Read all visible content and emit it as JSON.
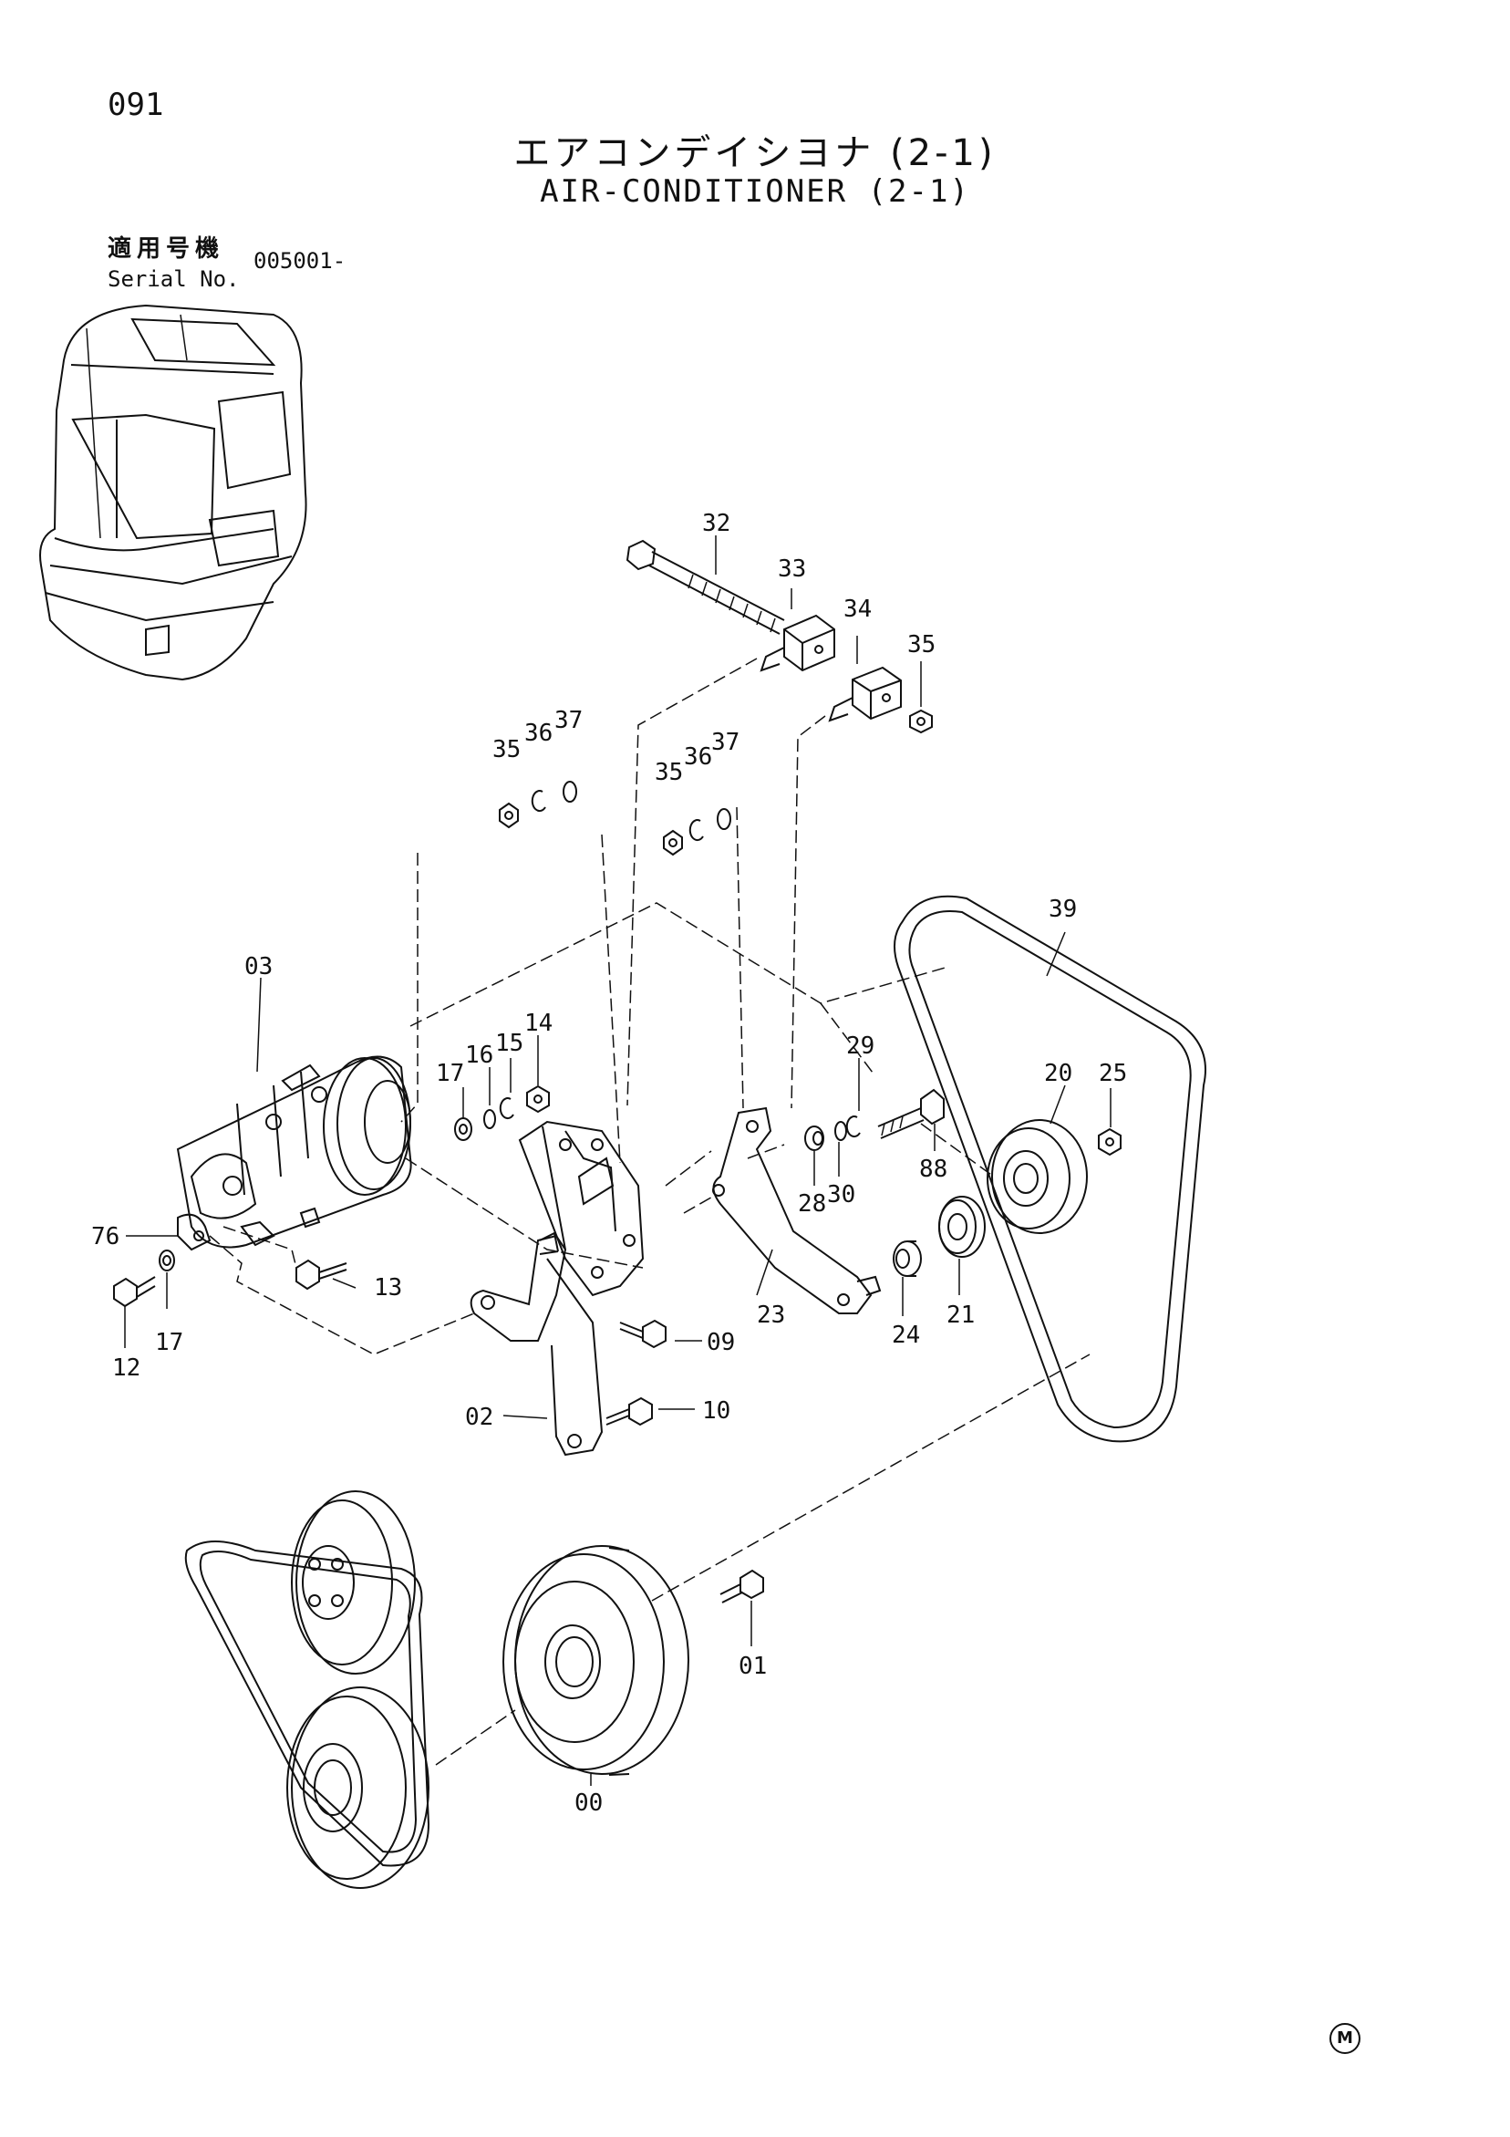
{
  "page_number": "091",
  "title_jp": "エアコンデイシヨナ (2-1)",
  "title_en": "AIR-CONDITIONER (2-1)",
  "serial": {
    "label_jp": "適用号機",
    "label_en": "Serial No.",
    "value": "005001-"
  },
  "callouts": [
    {
      "id": "32",
      "text": "32"
    },
    {
      "id": "33",
      "text": "33"
    },
    {
      "id": "34",
      "text": "34"
    },
    {
      "id": "35a",
      "text": "35"
    },
    {
      "id": "35b",
      "text": "35"
    },
    {
      "id": "36b",
      "text": "36"
    },
    {
      "id": "37b",
      "text": "37"
    },
    {
      "id": "35c",
      "text": "35"
    },
    {
      "id": "36c",
      "text": "36"
    },
    {
      "id": "37c",
      "text": "37"
    },
    {
      "id": "39",
      "text": "39"
    },
    {
      "id": "03",
      "text": "03"
    },
    {
      "id": "17a",
      "text": "17"
    },
    {
      "id": "16",
      "text": "16"
    },
    {
      "id": "15",
      "text": "15"
    },
    {
      "id": "14",
      "text": "14"
    },
    {
      "id": "29",
      "text": "29"
    },
    {
      "id": "20",
      "text": "20"
    },
    {
      "id": "25",
      "text": "25"
    },
    {
      "id": "88",
      "text": "88"
    },
    {
      "id": "28",
      "text": "28"
    },
    {
      "id": "30",
      "text": "30"
    },
    {
      "id": "76",
      "text": "76"
    },
    {
      "id": "13",
      "text": "13"
    },
    {
      "id": "12",
      "text": "12"
    },
    {
      "id": "17b",
      "text": "17"
    },
    {
      "id": "23",
      "text": "23"
    },
    {
      "id": "24",
      "text": "24"
    },
    {
      "id": "21",
      "text": "21"
    },
    {
      "id": "09",
      "text": "09"
    },
    {
      "id": "02",
      "text": "02"
    },
    {
      "id": "10",
      "text": "10"
    },
    {
      "id": "01",
      "text": "01"
    },
    {
      "id": "00",
      "text": "00"
    }
  ],
  "mark": "M"
}
